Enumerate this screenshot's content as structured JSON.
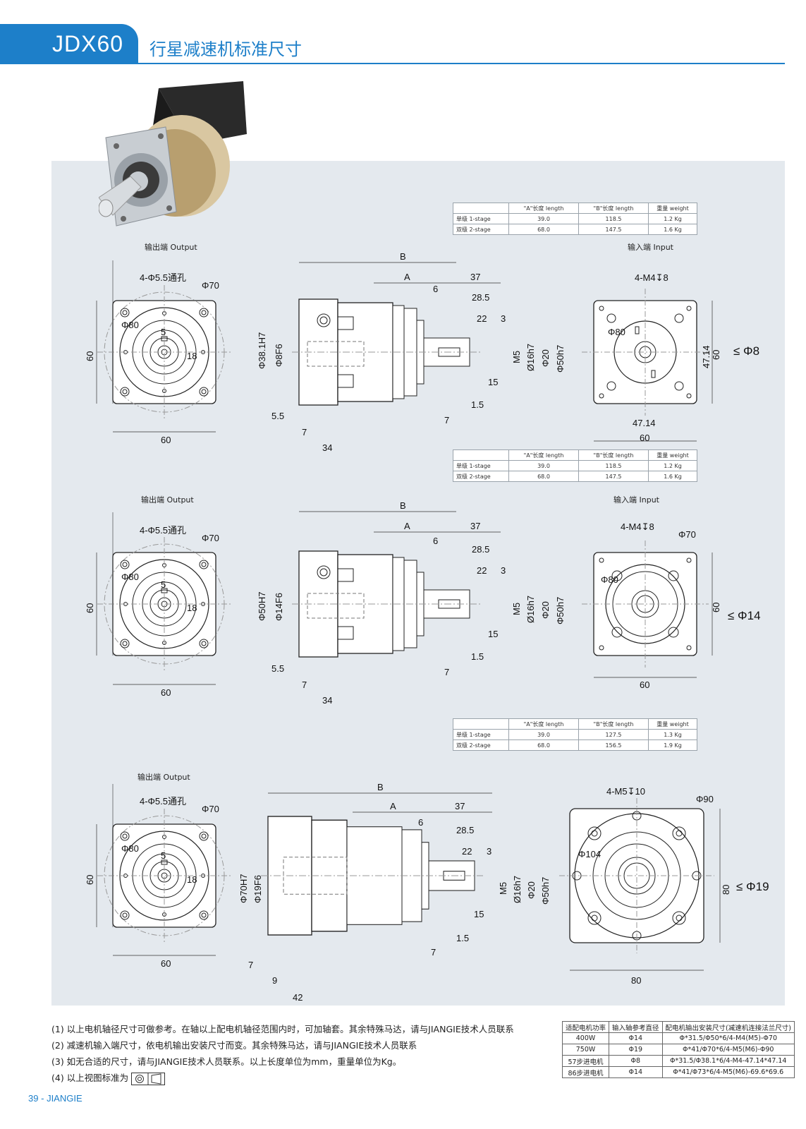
{
  "header": {
    "model": "JDX60",
    "title": "行星减速机标准尺寸"
  },
  "spec_header": {
    "col_a": "\"A\"长度 length",
    "col_b": "\"B\"长度 length",
    "col_w": "重量 weight"
  },
  "sections": [
    {
      "output_label": "输出端 Output",
      "input_label": "输入端 Input",
      "rows": [
        {
          "stage": "单级 1-stage",
          "a": "39.0",
          "b": "118.5",
          "w": "1.2 Kg"
        },
        {
          "stage": "双级 2-stage",
          "a": "68.0",
          "b": "147.5",
          "w": "1.6 Kg"
        }
      ],
      "out": {
        "holes": "4-Φ5.5通孔",
        "pcd": "Φ70",
        "d80": "Φ80",
        "d5": "5",
        "d18": "18",
        "w60": "60",
        "h60": "60"
      },
      "side": {
        "B": "B",
        "A": "A",
        "d37": "37",
        "d6": "6",
        "d285": "28.5",
        "d22": "22",
        "d3": "3",
        "bore1": "Φ38.1H7",
        "bore2": "Φ8F6",
        "m5": "M5",
        "s16": "Ø16h7",
        "s20": "Φ20",
        "s50": "Φ50h7",
        "d15": "15",
        "d15b": "1.5",
        "d55": "5.5",
        "d7a": "7",
        "d7b": "7",
        "d34": "34"
      },
      "in": {
        "screw": "4-M4↧8",
        "pcd": "Φ80",
        "w": "60",
        "h": "60",
        "sq1": "47.14",
        "sq2": "47.14",
        "shaft": "≤ Φ8"
      }
    },
    {
      "output_label": "输出端 Output",
      "input_label": "输入端 Input",
      "rows": [
        {
          "stage": "单级 1-stage",
          "a": "39.0",
          "b": "118.5",
          "w": "1.2 Kg"
        },
        {
          "stage": "双级 2-stage",
          "a": "68.0",
          "b": "147.5",
          "w": "1.6 Kg"
        }
      ],
      "out": {
        "holes": "4-Φ5.5通孔",
        "pcd": "Φ70",
        "d80": "Φ80",
        "d5": "5",
        "d18": "18",
        "w60": "60",
        "h60": "60"
      },
      "side": {
        "B": "B",
        "A": "A",
        "d37": "37",
        "d6": "6",
        "d285": "28.5",
        "d22": "22",
        "d3": "3",
        "bore1": "Φ50H7",
        "bore2": "Φ14F6",
        "m5": "M5",
        "s16": "Ø16h7",
        "s20": "Φ20",
        "s50": "Φ50h7",
        "d15": "15",
        "d15b": "1.5",
        "d55": "5.5",
        "d7a": "7",
        "d7b": "7",
        "d34": "34"
      },
      "in": {
        "screw": "4-M4↧8",
        "pcd": "Φ70",
        "d80": "Φ80",
        "w": "60",
        "h": "60",
        "shaft": "≤ Φ14"
      }
    },
    {
      "output_label": "输出端 Output",
      "rows": [
        {
          "stage": "单级 1-stage",
          "a": "39.0",
          "b": "127.5",
          "w": "1.3 Kg"
        },
        {
          "stage": "双级 2-stage",
          "a": "68.0",
          "b": "156.5",
          "w": "1.9 Kg"
        }
      ],
      "out": {
        "holes": "4-Φ5.5通孔",
        "pcd": "Φ70",
        "d80": "Φ80",
        "d5": "5",
        "d18": "18",
        "w60": "60",
        "h60": "60"
      },
      "side": {
        "B": "B",
        "A": "A",
        "d37": "37",
        "d6": "6",
        "d285": "28.5",
        "d22": "22",
        "d3": "3",
        "bore1": "Φ70H7",
        "bore2": "Φ19F6",
        "m5": "M5",
        "s16": "Ø16h7",
        "s20": "Φ20",
        "s50": "Φ50h7",
        "d15": "15",
        "d15b": "1.5",
        "d7a": "7",
        "d9": "9",
        "d7b": "7",
        "d42": "42"
      },
      "in": {
        "screw": "4-M5↧10",
        "pcd": "Φ90",
        "d104": "Φ104",
        "w": "80",
        "h": "80",
        "shaft": "≤ Φ19"
      }
    }
  ],
  "notes": [
    "(1) 以上电机轴径尺寸可做参考。在轴以上配电机轴径范围内时，可加轴套。其余特殊马达，请与JIANGIE技术人员联系",
    "(2) 减速机输入端尺寸，依电机输出安装尺寸而变。其余特殊马达，请与JIANGIE技术人员联系",
    "(3) 如无合适的尺寸，请与JIANGIE技术人员联系。以上长度单位为mm，重量单位为Kg。",
    "(4) 以上视图标准为"
  ],
  "motor_table": {
    "headers": [
      "适配电机功率",
      "输入轴参考直径",
      "配电机输出安装尺寸(减速机连接法兰尺寸)"
    ],
    "rows": [
      [
        "400W",
        "Φ14",
        "Φ*31.5/Φ50*6/4-M4(M5)-Φ70"
      ],
      [
        "750W",
        "Φ19",
        "Φ*41/Φ70*6/4-M5(M6)-Φ90"
      ],
      [
        "57步进电机",
        "Φ8",
        "Φ*31.5/Φ38.1*6/4-M4-47.14*47.14"
      ],
      [
        "86步进电机",
        "Φ14",
        "Φ*41/Φ73*6/4-M5(M6)-69.6*69.6"
      ]
    ]
  },
  "footer": {
    "page": "39",
    "sep": "-",
    "brand": "JIANGIE"
  },
  "colors": {
    "brand": "#1d7fc9",
    "panel": "#e4e9ee"
  }
}
